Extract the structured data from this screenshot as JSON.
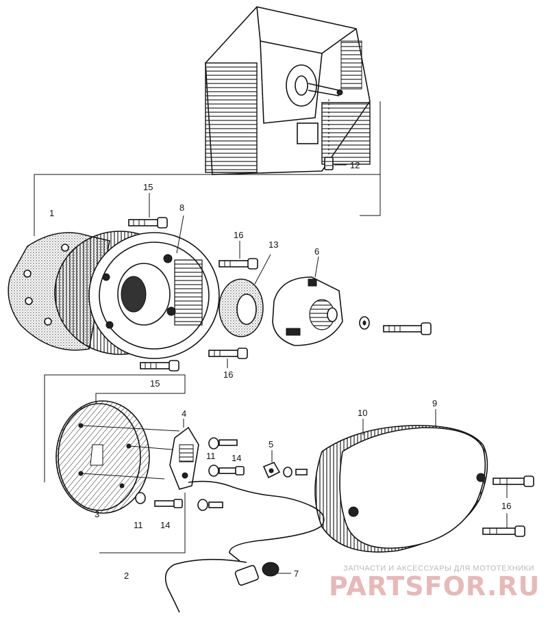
{
  "callouts": {
    "c1": "1",
    "c2": "2",
    "c3": "3",
    "c4": "4",
    "c5": "5",
    "c6": "6",
    "c7": "7",
    "c8": "8",
    "c9": "9",
    "c10": "10",
    "c11a": "11",
    "c11b": "11",
    "c12": "12",
    "c13": "13",
    "c14a": "14",
    "c14b": "14",
    "c15a": "15",
    "c15b": "15",
    "c16a": "16",
    "c16b": "16",
    "c16c": "16"
  },
  "watermark": {
    "tagline": "ЗАПЧАСТИ И АКСЕССУАРЫ ДЛЯ МОТОТЕХНИКИ",
    "logo": "PARTSFOR.RU"
  },
  "colors": {
    "ink": "#111111",
    "watermark_logo": "#e8b8b8",
    "watermark_text": "#b9b9b9"
  }
}
